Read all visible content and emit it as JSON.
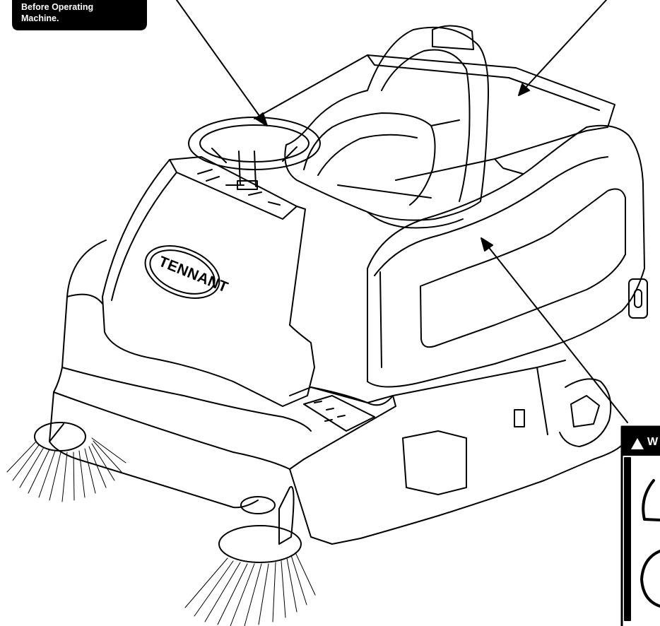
{
  "decal_top_left": {
    "lines": [
      "Before Operating",
      "Machine."
    ]
  },
  "brand": {
    "logo_text": "TENNANT"
  },
  "warning_label": {
    "header_fragment": "W"
  },
  "colors": {
    "line": "#000000",
    "background": "#ffffff",
    "decal": "#000000"
  }
}
